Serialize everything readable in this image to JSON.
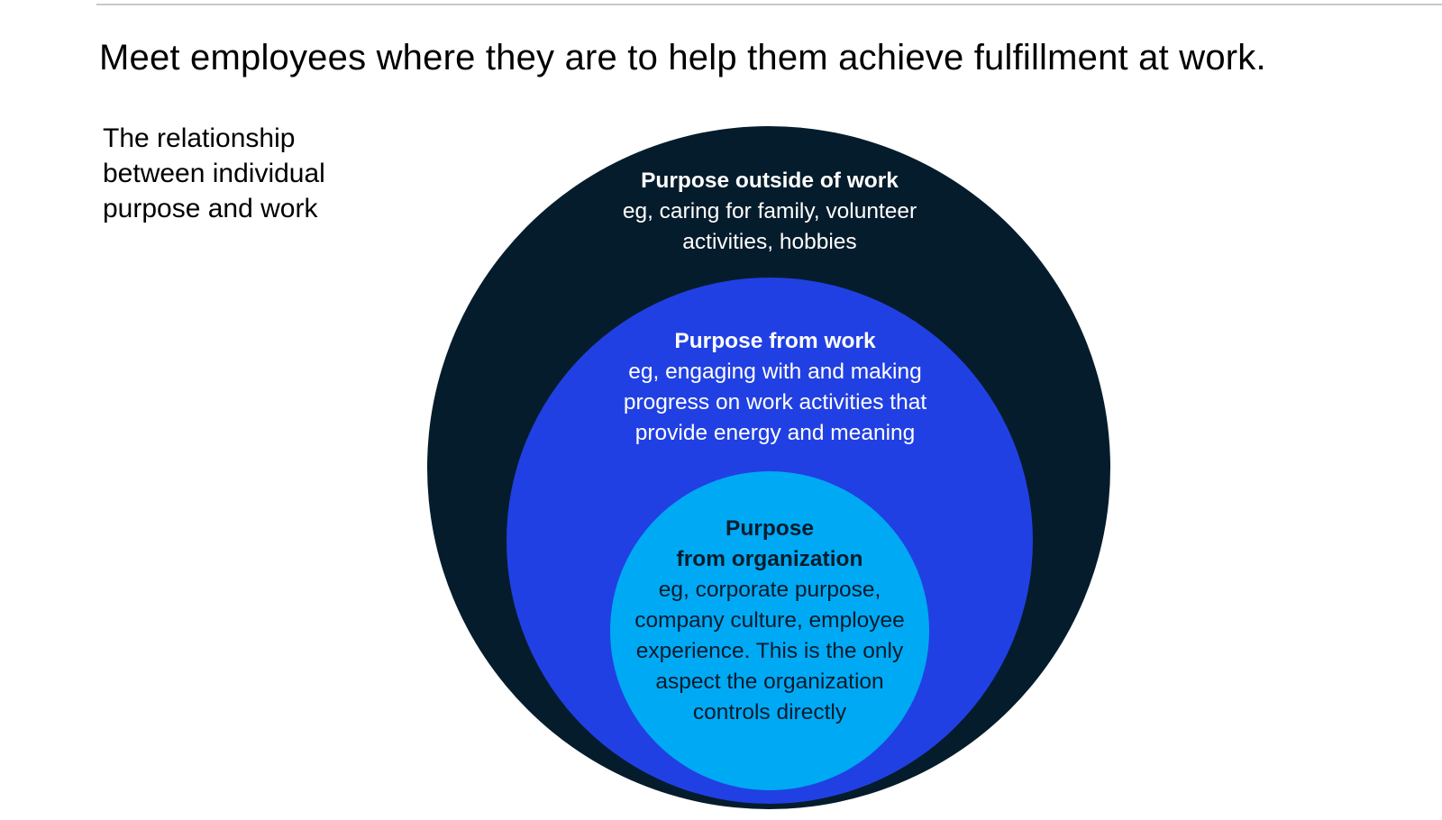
{
  "headline": "Meet employees where they are to help them achieve fulfillment at work.",
  "side_title": "The relationship between individual purpose and work",
  "colors": {
    "outer_circle": "#051c2c",
    "middle_circle": "#2140e3",
    "inner_circle": "#00a9f4",
    "rule": "#c8c8c8"
  },
  "circles": {
    "outer": {
      "heading": "Purpose outside of work",
      "body": "eg, caring for family, volunteer activities, hobbies"
    },
    "middle": {
      "heading": "Purpose from work",
      "body": "eg, engaging with and making progress on work activities that provide energy and meaning"
    },
    "inner": {
      "heading": "Purpose\nfrom organization",
      "body": "eg, corporate purpose, company culture, employee experience. This is the only aspect the organization controls directly"
    }
  }
}
